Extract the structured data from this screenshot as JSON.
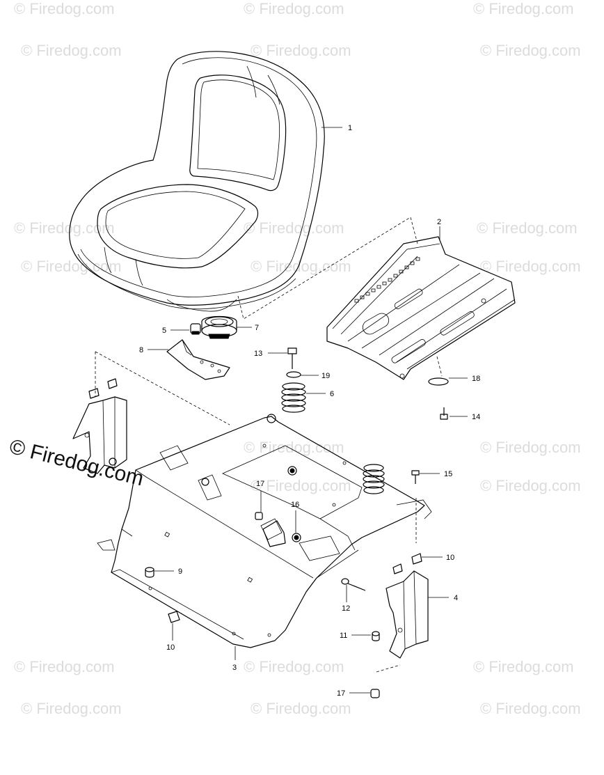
{
  "watermark": {
    "text": "© Firedog.com"
  },
  "callouts": [
    {
      "id": "callout-1",
      "label": "1"
    },
    {
      "id": "callout-2",
      "label": "2"
    },
    {
      "id": "callout-3",
      "label": "3"
    },
    {
      "id": "callout-4",
      "label": "4"
    },
    {
      "id": "callout-5",
      "label": "5"
    },
    {
      "id": "callout-6",
      "label": "6"
    },
    {
      "id": "callout-7",
      "label": "7"
    },
    {
      "id": "callout-8",
      "label": "8"
    },
    {
      "id": "callout-9",
      "label": "9"
    },
    {
      "id": "callout-10a",
      "label": "10"
    },
    {
      "id": "callout-10b",
      "label": "10"
    },
    {
      "id": "callout-11",
      "label": "11"
    },
    {
      "id": "callout-12",
      "label": "12"
    },
    {
      "id": "callout-13",
      "label": "13"
    },
    {
      "id": "callout-14",
      "label": "14"
    },
    {
      "id": "callout-15",
      "label": "15"
    },
    {
      "id": "callout-16",
      "label": "16"
    },
    {
      "id": "callout-17a",
      "label": "17"
    },
    {
      "id": "callout-17b",
      "label": "17"
    },
    {
      "id": "callout-18",
      "label": "18"
    },
    {
      "id": "callout-19",
      "label": "19"
    }
  ]
}
